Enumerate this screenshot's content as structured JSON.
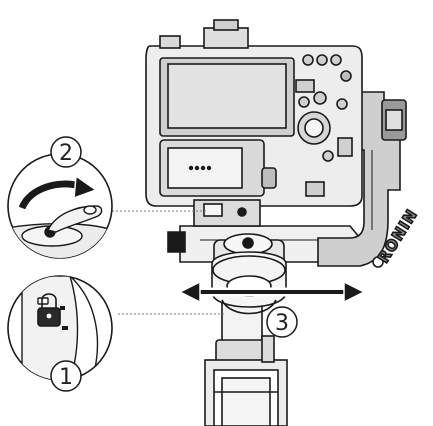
{
  "diagram": {
    "callouts": [
      {
        "id": "1",
        "label": "1"
      },
      {
        "id": "2",
        "label": "2"
      },
      {
        "id": "3",
        "label": "3"
      }
    ],
    "brand_text": "RONIN",
    "icons": [
      "camera-icon",
      "gimbal-arm-icon",
      "lock-icon",
      "double-arrow-icon",
      "curved-arrow-icon"
    ],
    "colors": {
      "line": "#1a1a1a",
      "fill_light": "#f3f3f3",
      "fill_mid": "#dcdcdc",
      "fill_dark": "#9a9a9a"
    }
  }
}
